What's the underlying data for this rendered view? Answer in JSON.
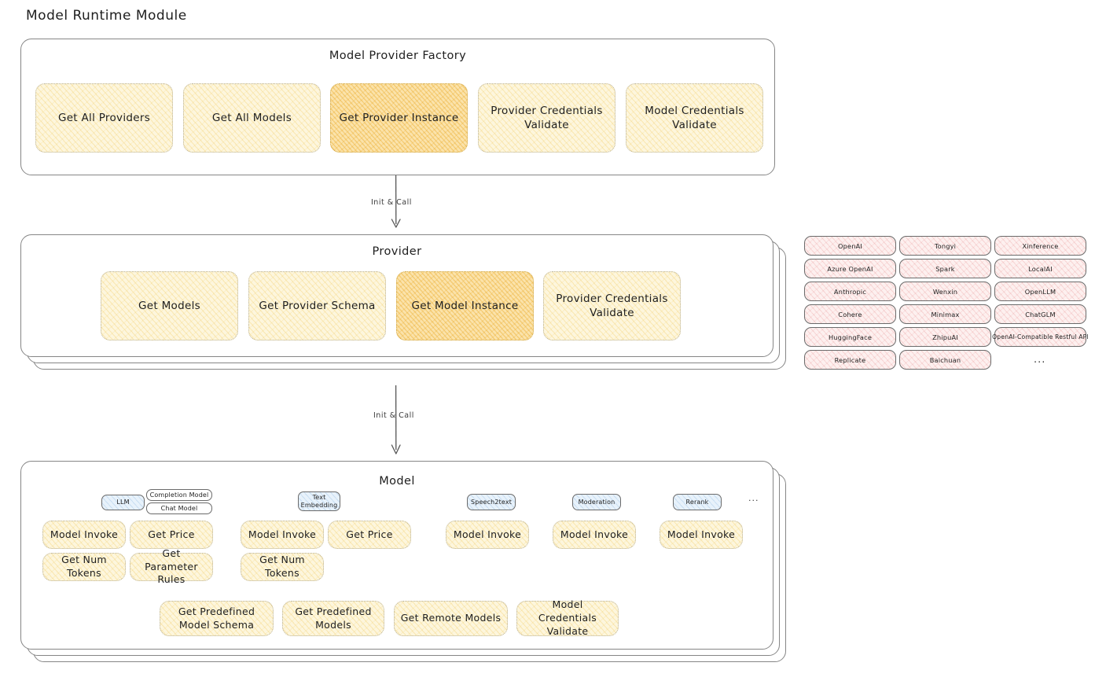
{
  "page": {
    "title": "Model Runtime Module"
  },
  "factory": {
    "title": "Model Provider Factory",
    "items": [
      {
        "label": "Get All Providers",
        "highlight": false
      },
      {
        "label": "Get All Models",
        "highlight": false
      },
      {
        "label": "Get Provider Instance",
        "highlight": true
      },
      {
        "label": "Provider Credentials Validate",
        "highlight": false
      },
      {
        "label": "Model Credentials Validate",
        "highlight": false
      }
    ]
  },
  "arrows": [
    {
      "label": "Init & Call"
    },
    {
      "label": "Init & Call"
    }
  ],
  "provider": {
    "title": "Provider",
    "items": [
      {
        "label": "Get Models",
        "highlight": false
      },
      {
        "label": "Get Provider Schema",
        "highlight": false
      },
      {
        "label": "Get Model Instance",
        "highlight": true
      },
      {
        "label": "Provider Credentials Validate",
        "highlight": false
      }
    ]
  },
  "provider_list": {
    "more": "...",
    "columns": [
      [
        "OpenAI",
        "Azure OpenAI",
        "Anthropic",
        "Cohere",
        "HuggingFace",
        "Replicate"
      ],
      [
        "Tongyi",
        "Spark",
        "Wenxin",
        "Minimax",
        "ZhipuAI",
        "Baichuan"
      ],
      [
        "Xinference",
        "LocalAI",
        "OpenLLM",
        "ChatGLM",
        "OpenAI-Compatible Restful API"
      ]
    ]
  },
  "model": {
    "title": "Model",
    "more": "...",
    "types": [
      {
        "name": "LLM",
        "sub": [
          "Completion Model",
          "Chat Model"
        ]
      },
      {
        "name": "Text Embedding",
        "sub": []
      },
      {
        "name": "Speech2text",
        "sub": []
      },
      {
        "name": "Moderation",
        "sub": []
      },
      {
        "name": "Rerank",
        "sub": []
      }
    ],
    "ops": {
      "llm": [
        {
          "label": "Model Invoke",
          "highlight": true
        },
        {
          "label": "Get Price",
          "highlight": false
        },
        {
          "label": "Get Num Tokens",
          "highlight": false
        },
        {
          "label": "Get Parameter Rules",
          "highlight": false
        }
      ],
      "text_embedding": [
        {
          "label": "Model Invoke",
          "highlight": true
        },
        {
          "label": "Get Price",
          "highlight": false
        },
        {
          "label": "Get Num Tokens",
          "highlight": false
        }
      ],
      "speech2text": [
        {
          "label": "Model Invoke",
          "highlight": true
        }
      ],
      "moderation": [
        {
          "label": "Model Invoke",
          "highlight": true
        }
      ],
      "rerank": [
        {
          "label": "Model Invoke",
          "highlight": true
        }
      ],
      "common": [
        {
          "label": "Get Predefined Model Schema",
          "highlight": false
        },
        {
          "label": "Get Predefined Models",
          "highlight": false
        },
        {
          "label": "Get Remote Models",
          "highlight": false
        },
        {
          "label": "Model Credentials Validate",
          "highlight": false
        }
      ]
    }
  },
  "colors": {
    "yellow_fill": "#fdf6dd",
    "yellow_strong": "#fbe3ab",
    "pink_fill": "#fdf0ef",
    "blue_fill": "#e8f2fb",
    "stroke": "#868686",
    "text": "#1e1e1e"
  }
}
